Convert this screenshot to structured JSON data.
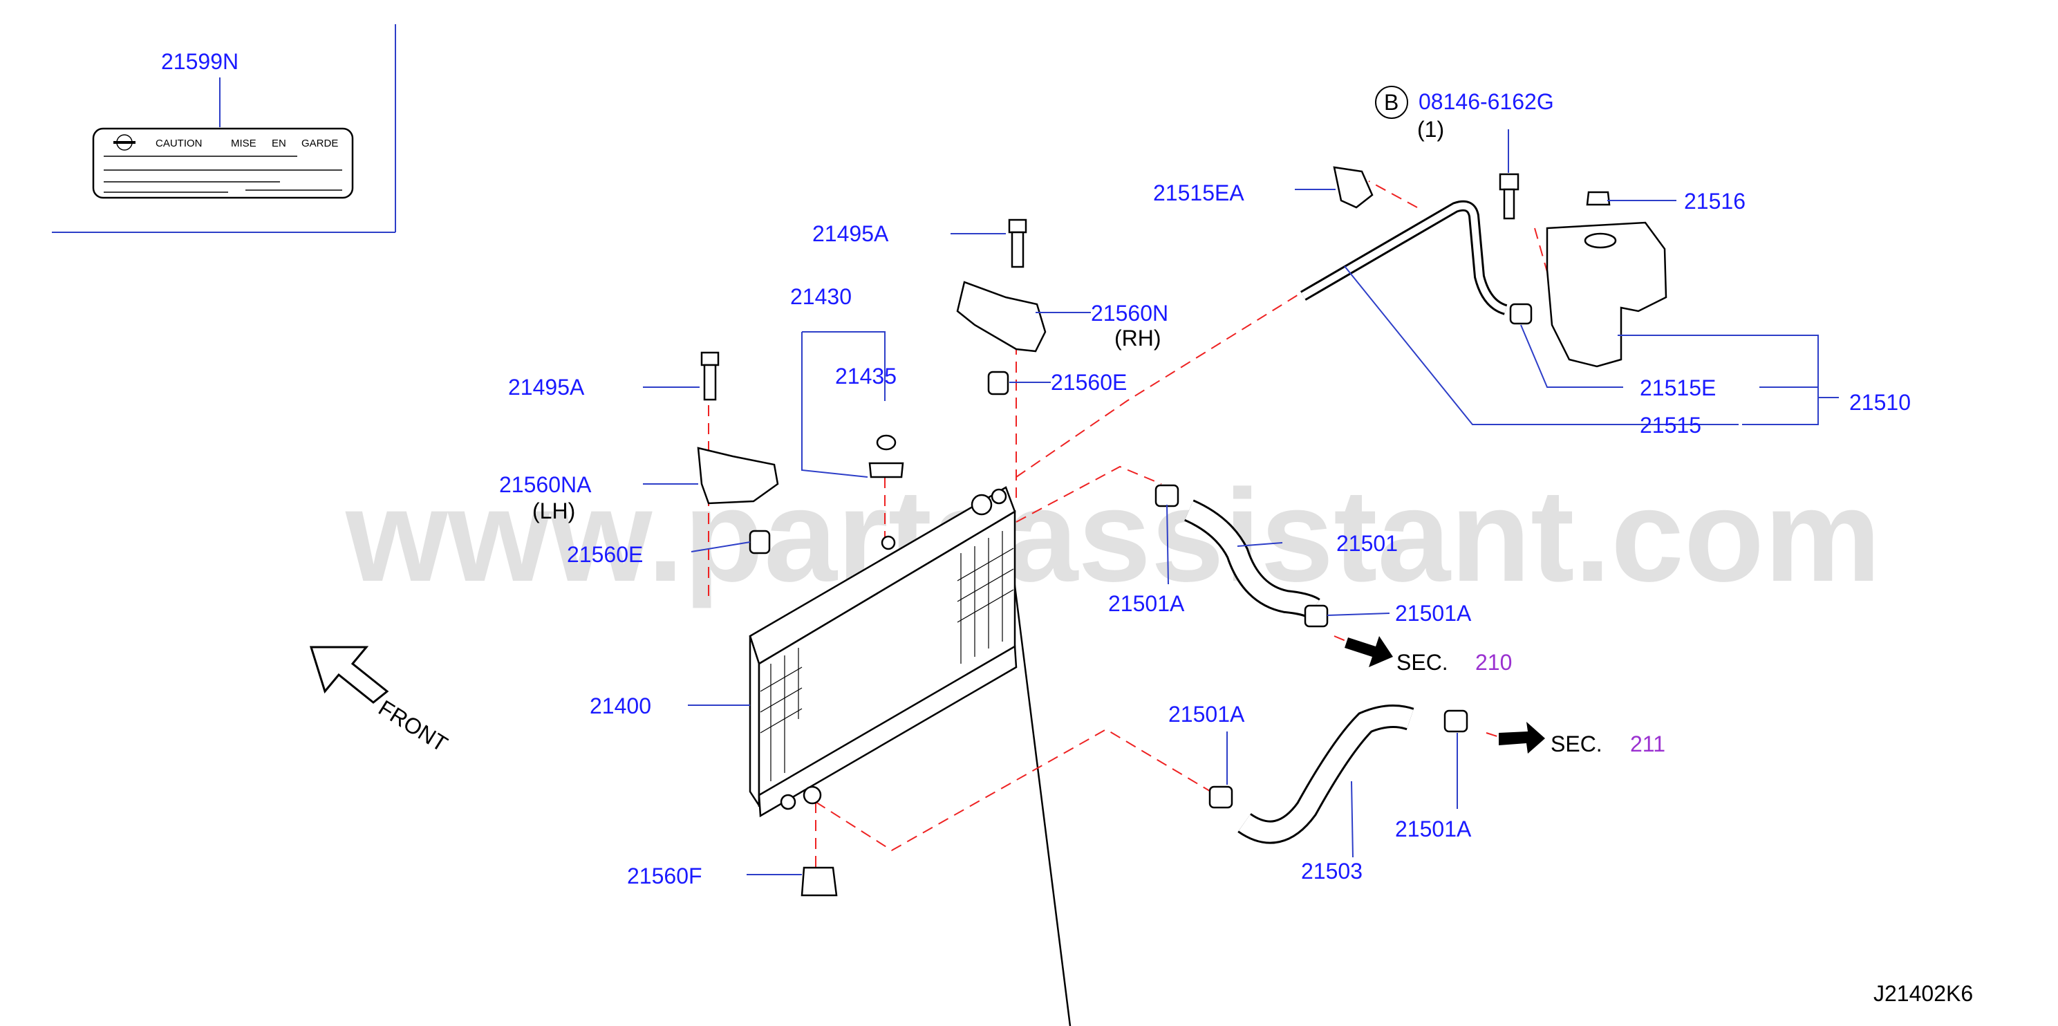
{
  "watermark": "www.partsassistant.com",
  "diagram_code": "J21402K6",
  "caution_label": {
    "part_number": "21599N",
    "text_caution": "CAUTION",
    "text_mise": "MISE",
    "text_en": "EN",
    "text_garde": "GARDE"
  },
  "front_indicator": "FRONT",
  "bolt_ref": {
    "circle_letter": "B",
    "part_number": "08146-6162G",
    "qty": "(1)"
  },
  "parts": {
    "p21495A_top": "21495A",
    "p21430": "21430",
    "p21435": "21435",
    "p21560N": "21560N",
    "p21560N_side": "(RH)",
    "p21560E_top": "21560E",
    "p21495A_left": "21495A",
    "p21560NA": "21560NA",
    "p21560NA_side": "(LH)",
    "p21560E_left": "21560E",
    "p21400": "21400",
    "p21560F": "21560F",
    "p21515EA": "21515EA",
    "p21516": "21516",
    "p21515E": "21515E",
    "p21510": "21510",
    "p21515": "21515",
    "p21501": "21501",
    "p21501A_1": "21501A",
    "p21501A_2": "21501A",
    "p21501A_3": "21501A",
    "p21501A_4": "21501A",
    "p21503": "21503"
  },
  "sections": [
    {
      "prefix": "SEC.",
      "number": "210"
    },
    {
      "prefix": "SEC.",
      "number": "211"
    }
  ]
}
